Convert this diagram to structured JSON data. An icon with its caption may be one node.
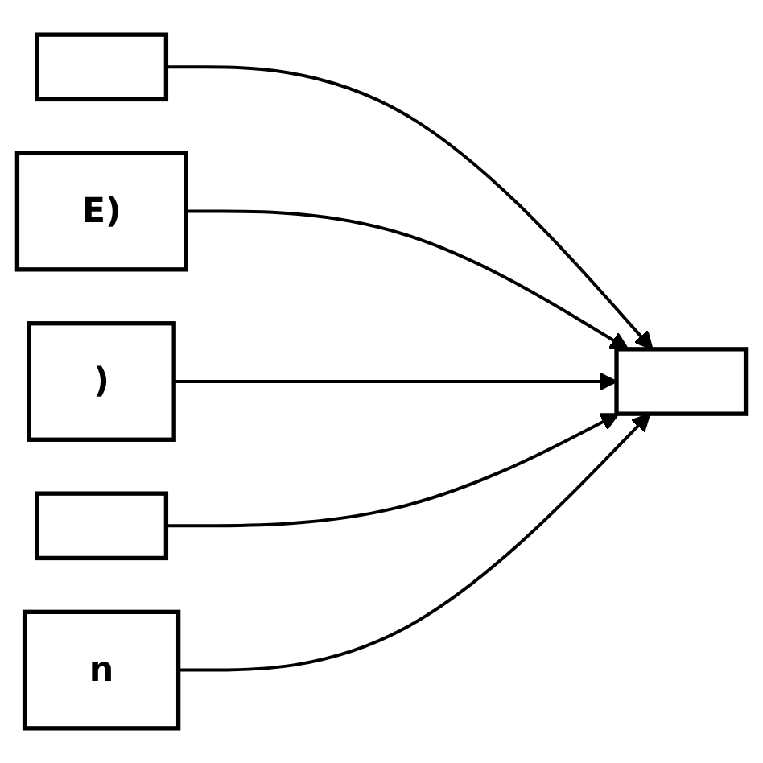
{
  "diagram": {
    "nodes": [
      {
        "text": [],
        "shape": "box"
      },
      {
        "text": [
          "E)"
        ]
      },
      {
        "text": [
          ")"
        ]
      },
      {
        "text": [],
        "shape": "box"
      },
      {
        "text": [
          "n"
        ]
      },
      {
        "text": [],
        "shape": "box"
      }
    ],
    "edges": [
      {
        "from": 0,
        "to": 5,
        "arrow": "to"
      },
      {
        "from": 1,
        "to": 5,
        "arrow": "to"
      },
      {
        "from": 2,
        "to": 5,
        "arrow": "to"
      },
      {
        "from": 3,
        "to": 5,
        "arrow": "to"
      },
      {
        "from": 4,
        "to": 5,
        "arrow": "to"
      }
    ]
  }
}
